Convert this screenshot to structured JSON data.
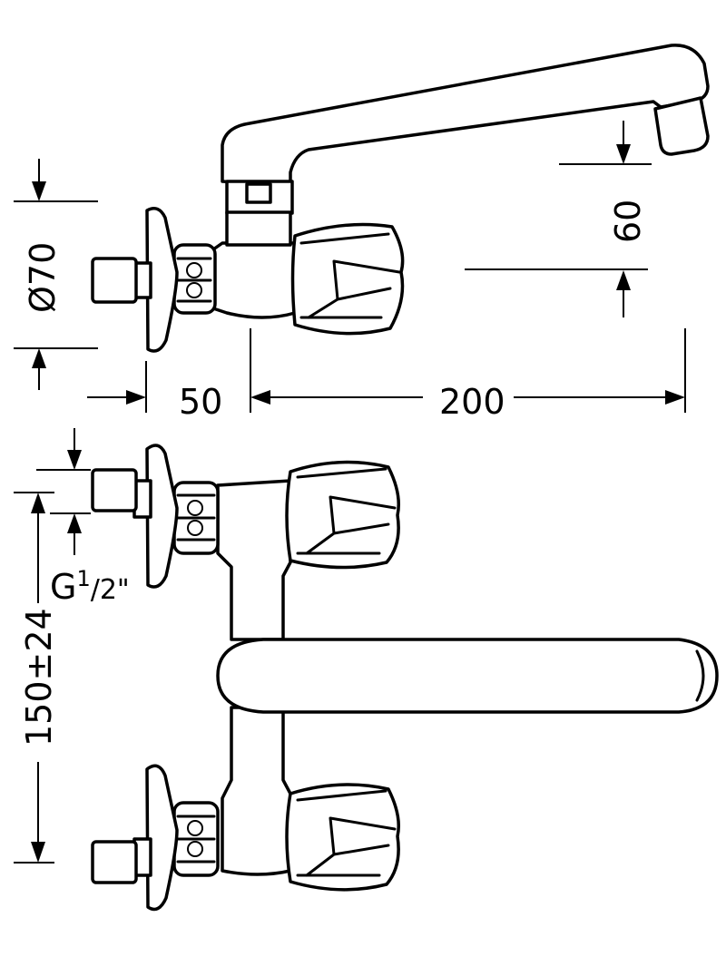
{
  "dimensions": {
    "diameter": "Ø70",
    "outlet_height": "60",
    "flange_depth": "50",
    "reach": "200",
    "thread": "G",
    "thread_num": "1",
    "thread_den": "/2\"",
    "center_distance": "150±24"
  },
  "colors": {
    "line": "#000000",
    "background": "#ffffff"
  }
}
